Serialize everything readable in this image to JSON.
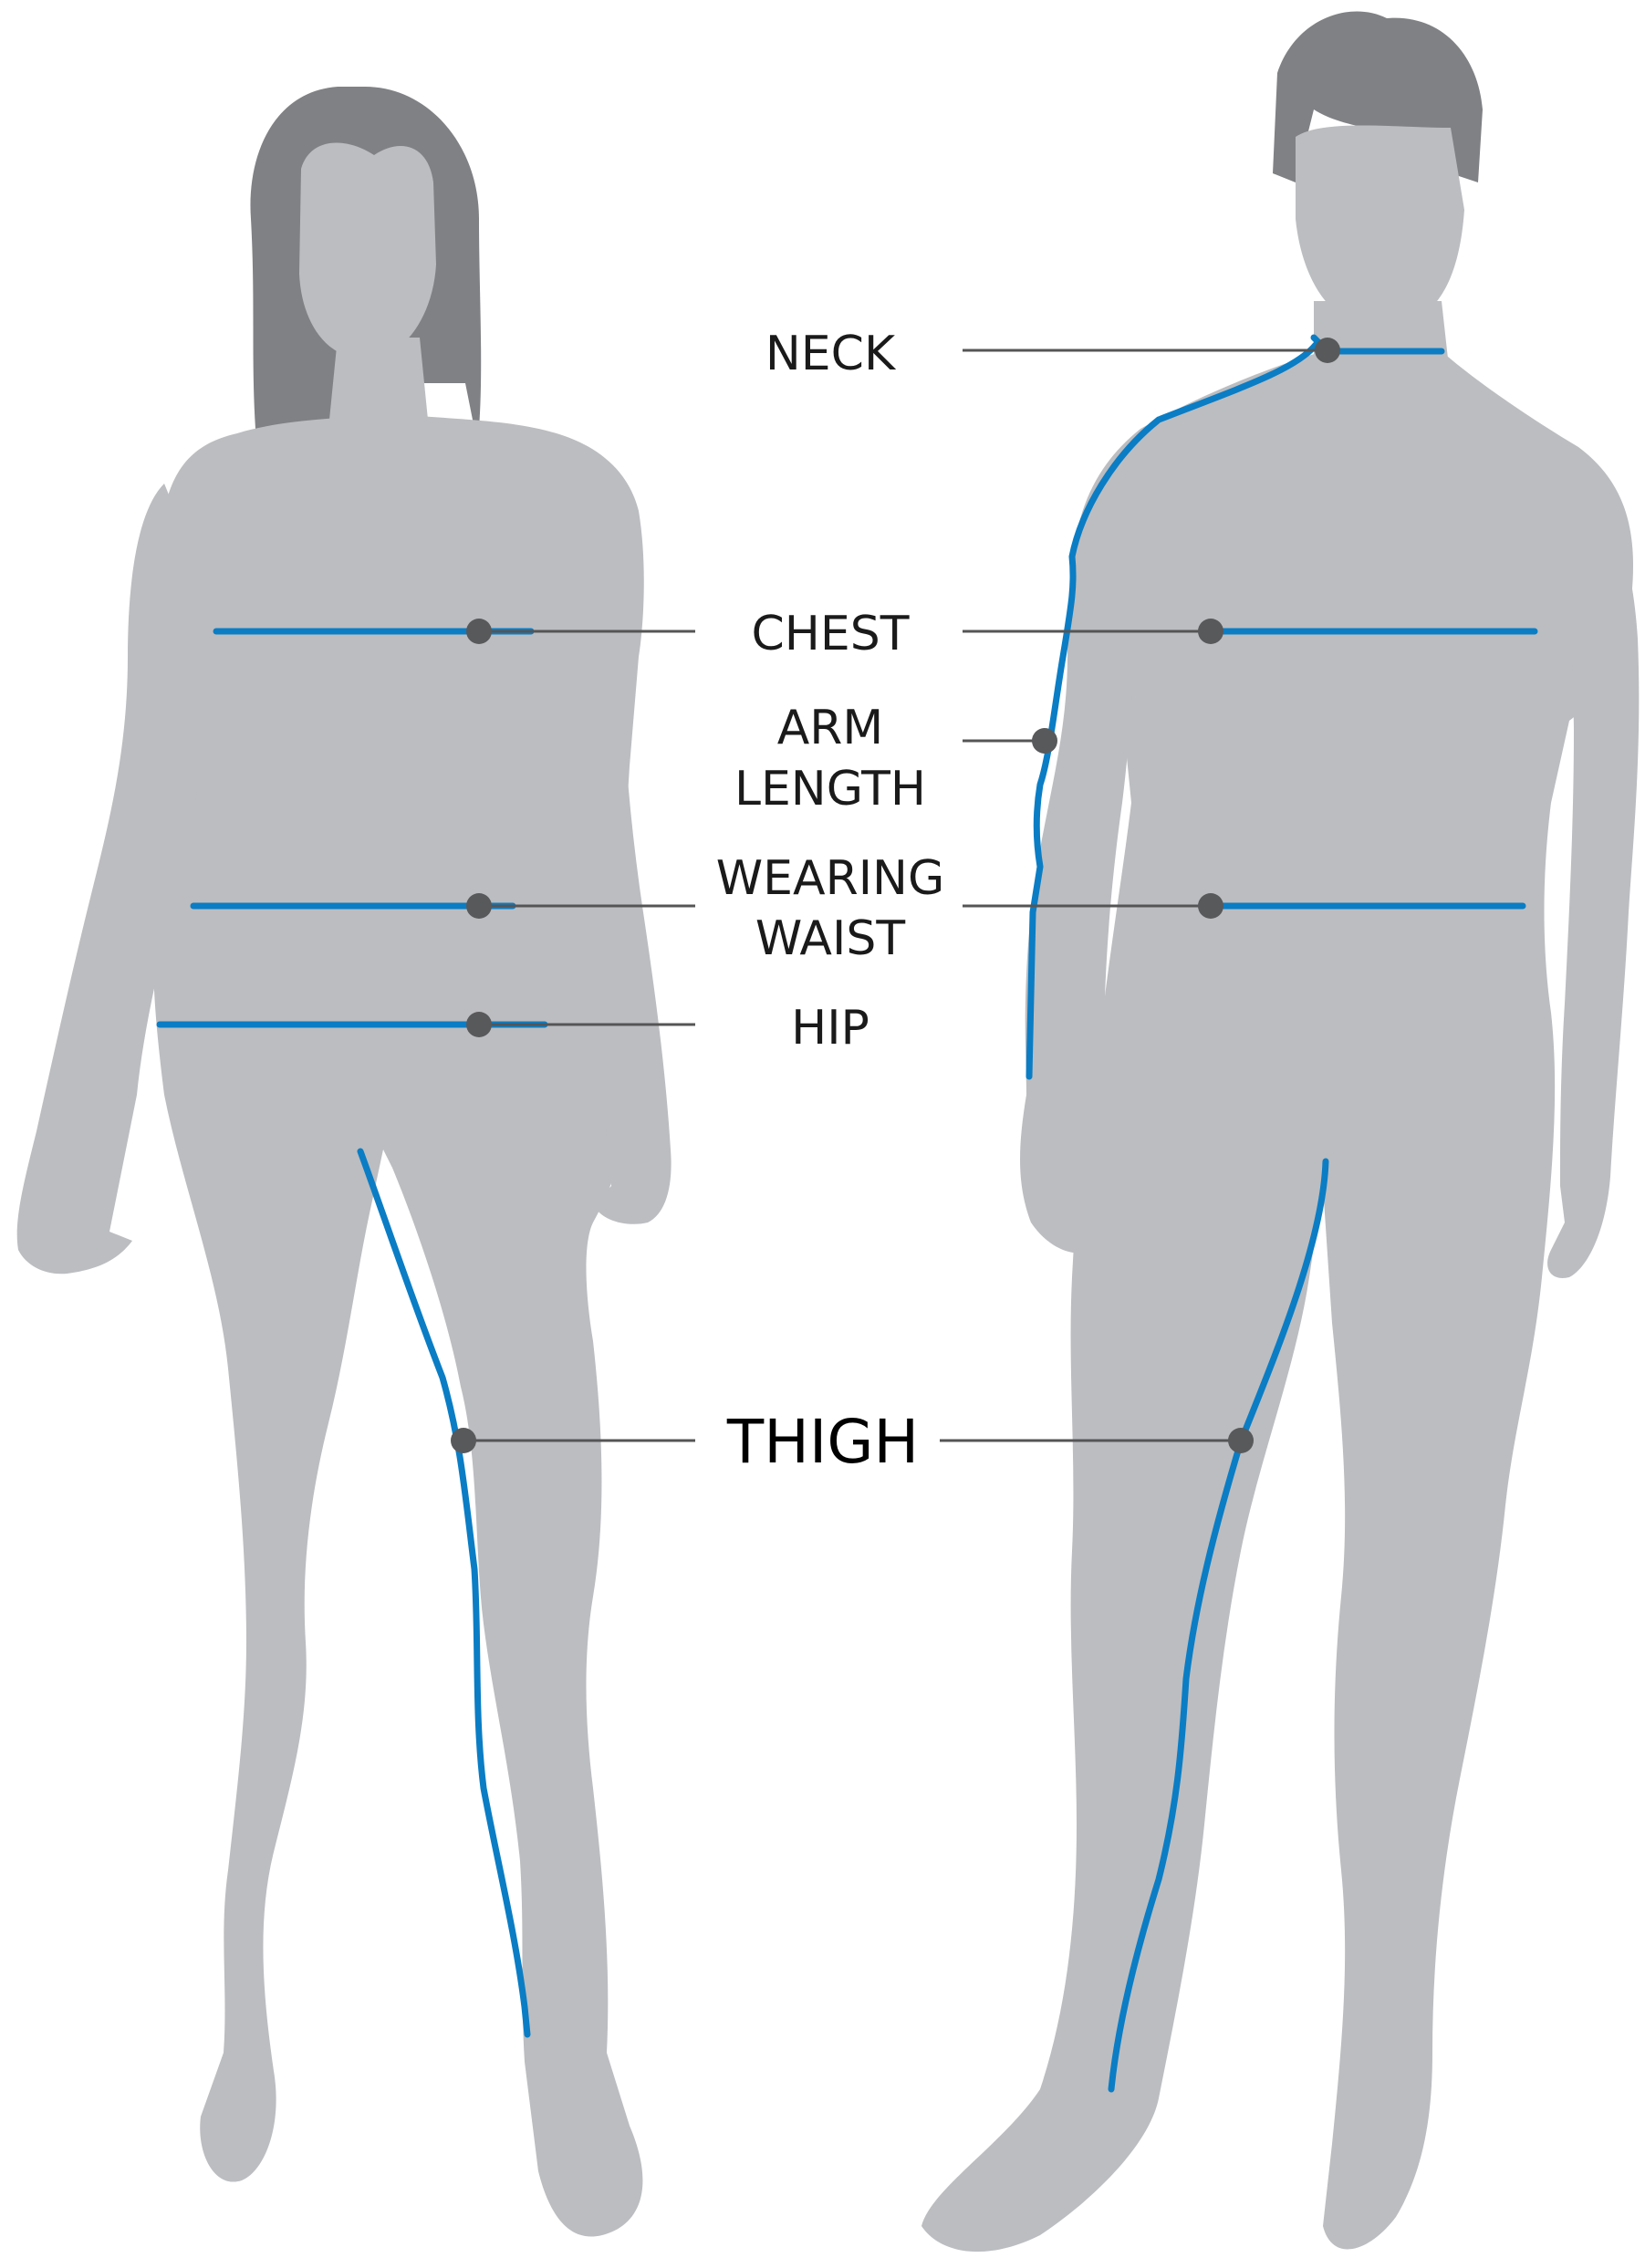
{
  "colors": {
    "background": "#ffffff",
    "body": "#bcbdc0",
    "hair": "#808184",
    "measure_line": "#0a7dc5",
    "leader_line": "#555555",
    "dot": "#58595b",
    "label_text": "#1a1a1a"
  },
  "labels": {
    "neck": "NECK",
    "chest": "CHEST",
    "arm_length_1": "ARM",
    "arm_length_2": "LENGTH",
    "wearing_waist_1": "WEARING",
    "wearing_waist_2": "WAIST",
    "hip": "HIP",
    "thigh": "THIGH"
  }
}
